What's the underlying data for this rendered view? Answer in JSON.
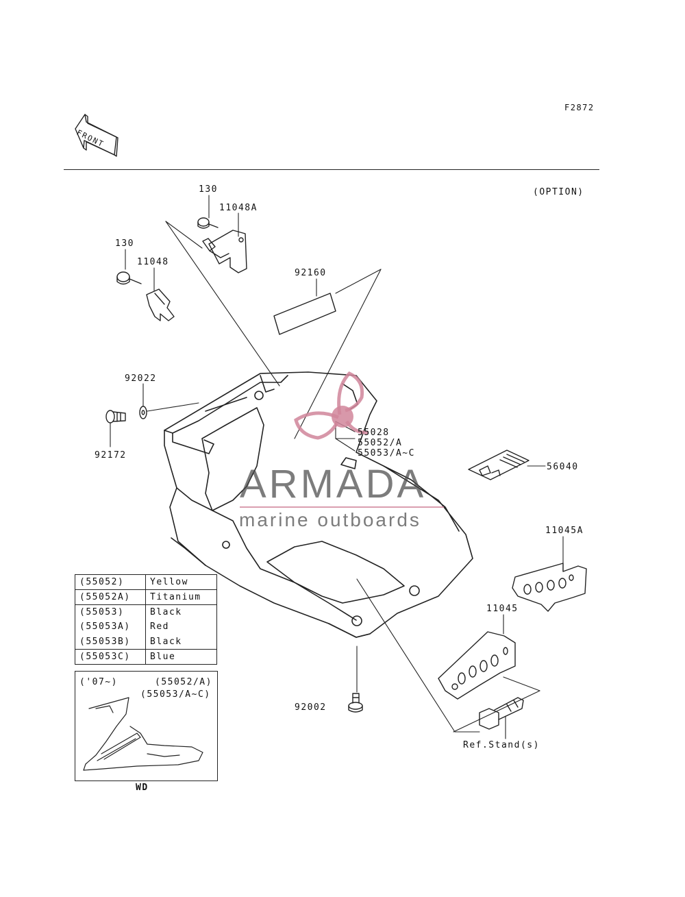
{
  "figure_code": "F2872",
  "front_arrow_label": "FRONT",
  "option_note": "(OPTION)",
  "parts": {
    "p130_top": "130",
    "p11048A": "11048A",
    "p130_left": "130",
    "p11048": "11048",
    "p92160": "92160",
    "p92022": "92022",
    "p92172": "92172",
    "p55028": "55028",
    "p55052A": "55052/A",
    "p55053AC": "55053/A~C",
    "p56040": "56040",
    "p11045A": "11045A",
    "p11045": "11045",
    "p92002": "92002",
    "ref_stand": "Ref.Stand(s)"
  },
  "color_table": [
    {
      "code": "(55052)",
      "color": "Yellow"
    },
    {
      "code": "(55052A)",
      "color": "Titanium"
    },
    {
      "code": "(55053)",
      "color": "Black"
    },
    {
      "code": "(55053A)",
      "color": "Red"
    },
    {
      "code": "(55053B)",
      "color": "Black"
    },
    {
      "code": "(55053C)",
      "color": "Blue"
    }
  ],
  "inset": {
    "year": "('07~)",
    "parts_line1": "(55052/A)",
    "parts_line2": "(55053/A~C)",
    "caption": "WD"
  },
  "watermark": {
    "brand": "ARMADA",
    "tagline": "marine outboards",
    "accent_color": "#d1869b"
  }
}
